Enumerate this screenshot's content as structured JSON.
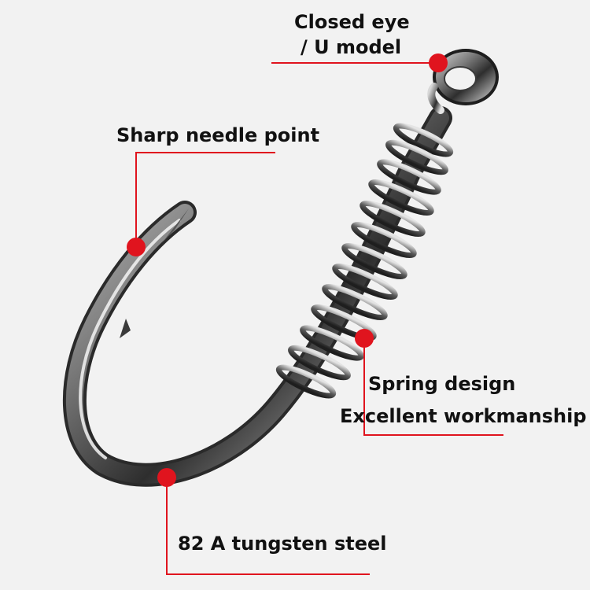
{
  "accent_color": "#e0141e",
  "callouts": {
    "eye": {
      "line1": "Closed eye",
      "line2": "/ U model"
    },
    "point": {
      "label": "Sharp needle point"
    },
    "spring": {
      "line1": "Spring design",
      "line2": "Excellent workmanship"
    },
    "material": {
      "label": "82 A tungsten steel"
    }
  }
}
